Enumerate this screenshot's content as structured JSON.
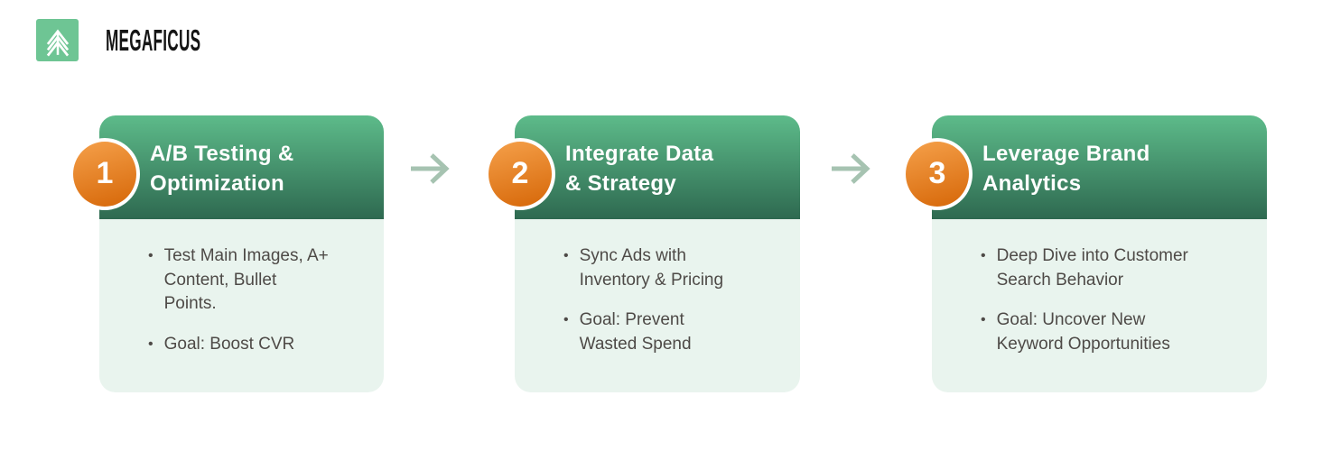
{
  "logo": {
    "text": "MEGAFICUS",
    "icon": "tree-icon"
  },
  "glyphs": {
    "bullet": "•"
  },
  "colors": {
    "logo_green": "#6ec594",
    "header_gradient_top": "#5dbb8a",
    "header_gradient_bottom": "#2e6950",
    "card_body_bg": "#e9f4ee",
    "badge_gradient_top": "#f5a04a",
    "badge_gradient_bottom": "#d66708",
    "badge_ring": "#ffffff",
    "arrow": "#a6c3b1",
    "title_text": "#ffffff",
    "body_text": "#4e4a47"
  },
  "steps": [
    {
      "number": "1",
      "title": "A/B Testing &\nOptimization",
      "bullets": [
        "Test Main Images, A+\nContent, Bullet\nPoints.",
        "Goal: Boost CVR"
      ]
    },
    {
      "number": "2",
      "title": "Integrate Data\n& Strategy",
      "bullets": [
        "Sync Ads with\nInventory & Pricing",
        "Goal: Prevent\nWasted Spend"
      ]
    },
    {
      "number": "3",
      "title": "Leverage Brand\nAnalytics",
      "bullets": [
        "Deep Dive into Customer\nSearch Behavior",
        "Goal: Uncover New\nKeyword Opportunities"
      ]
    }
  ]
}
